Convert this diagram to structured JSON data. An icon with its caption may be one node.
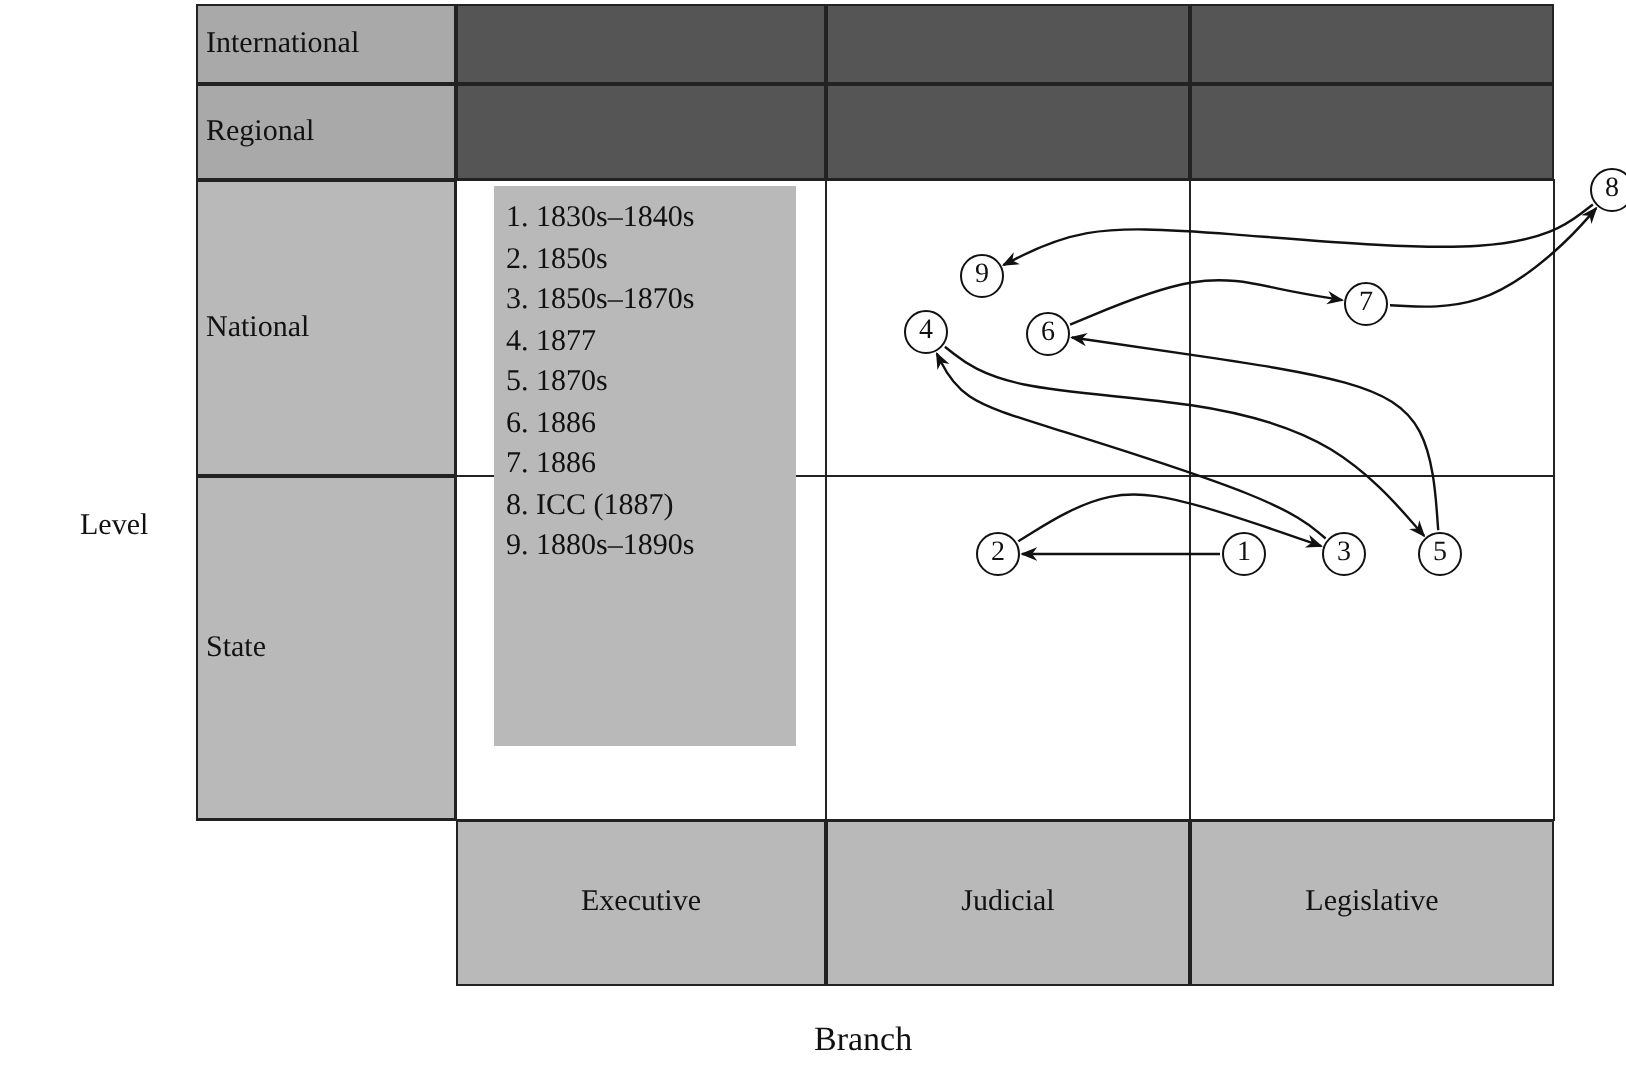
{
  "diagram": {
    "nodes": [
      {
        "text": [
          "International"
        ]
      },
      {
        "text": [
          "Regional"
        ]
      },
      {
        "text": [
          "National"
        ]
      },
      {
        "text": [
          "State"
        ]
      },
      {
        "text": [
          "1. 1830s–1840s",
          "2. 1850s",
          "3. 1850s–1870s",
          "4. 1877",
          "5. 1870s",
          "6. 1886",
          "7. 1886",
          "8. ICC (1887)",
          "9. 1880s–1890s"
        ]
      },
      {
        "text": [
          "Executive"
        ]
      },
      {
        "text": [
          "Judicial"
        ]
      },
      {
        "text": [
          "Legislative"
        ]
      },
      {
        "text": [
          "1"
        ]
      },
      {
        "text": [
          "2"
        ]
      },
      {
        "text": [
          "3"
        ]
      },
      {
        "text": [
          "4"
        ]
      },
      {
        "text": [
          "5"
        ]
      },
      {
        "text": [
          "6"
        ]
      },
      {
        "text": [
          "7"
        ]
      },
      {
        "text": [
          "8"
        ]
      },
      {
        "text": [
          "9"
        ]
      }
    ],
    "edges": [
      {
        "from": 8,
        "to": 9,
        "arrow": "to"
      },
      {
        "from": 9,
        "to": 10,
        "arrow": "to"
      },
      {
        "from": 10,
        "to": 11,
        "arrow": "to"
      },
      {
        "from": 11,
        "to": 12,
        "arrow": "to"
      },
      {
        "from": 12,
        "to": 13,
        "arrow": "to"
      },
      {
        "from": 13,
        "to": 14,
        "arrow": "to"
      },
      {
        "from": 14,
        "to": 15,
        "arrow": "to"
      },
      {
        "from": 15,
        "to": 16,
        "arrow": "to"
      }
    ],
    "labels": [
      "Level",
      "Branch"
    ]
  }
}
